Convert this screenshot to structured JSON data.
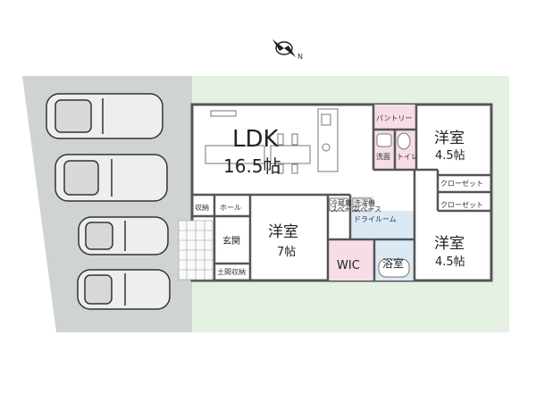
{
  "compass": {
    "label": "N"
  },
  "rooms": {
    "ldk": {
      "name": "LDK",
      "size": "16.5帖"
    },
    "pantry": "パントリー",
    "washroom": "洗面",
    "toilet": "トイレ",
    "bedroom_ne": {
      "name": "洋室",
      "size": "4.5帖"
    },
    "closet_1": "クローゼット",
    "closet_2": "クローゼット",
    "storage": "収納",
    "hall": "ホール",
    "entrance": "玄関",
    "shoe_storage": "土間収納",
    "bedroom_center": {
      "name": "洋室",
      "size": "7帖"
    },
    "dryer_space": "冷蔵庫\nスペース",
    "washer_space": "洗濯機\nスペース",
    "dry_room": "ドライルーム",
    "wic": "WIC",
    "bathroom": "浴室",
    "bedroom_se": {
      "name": "洋室",
      "size": "4.5帖"
    }
  },
  "colors": {
    "parking": "#cfd3d4",
    "garden": "#e4f0e2",
    "wall": "#555555",
    "pink_area": "#f6dde6",
    "blue_area": "#dbe9f5",
    "floor": "#ffffff"
  }
}
